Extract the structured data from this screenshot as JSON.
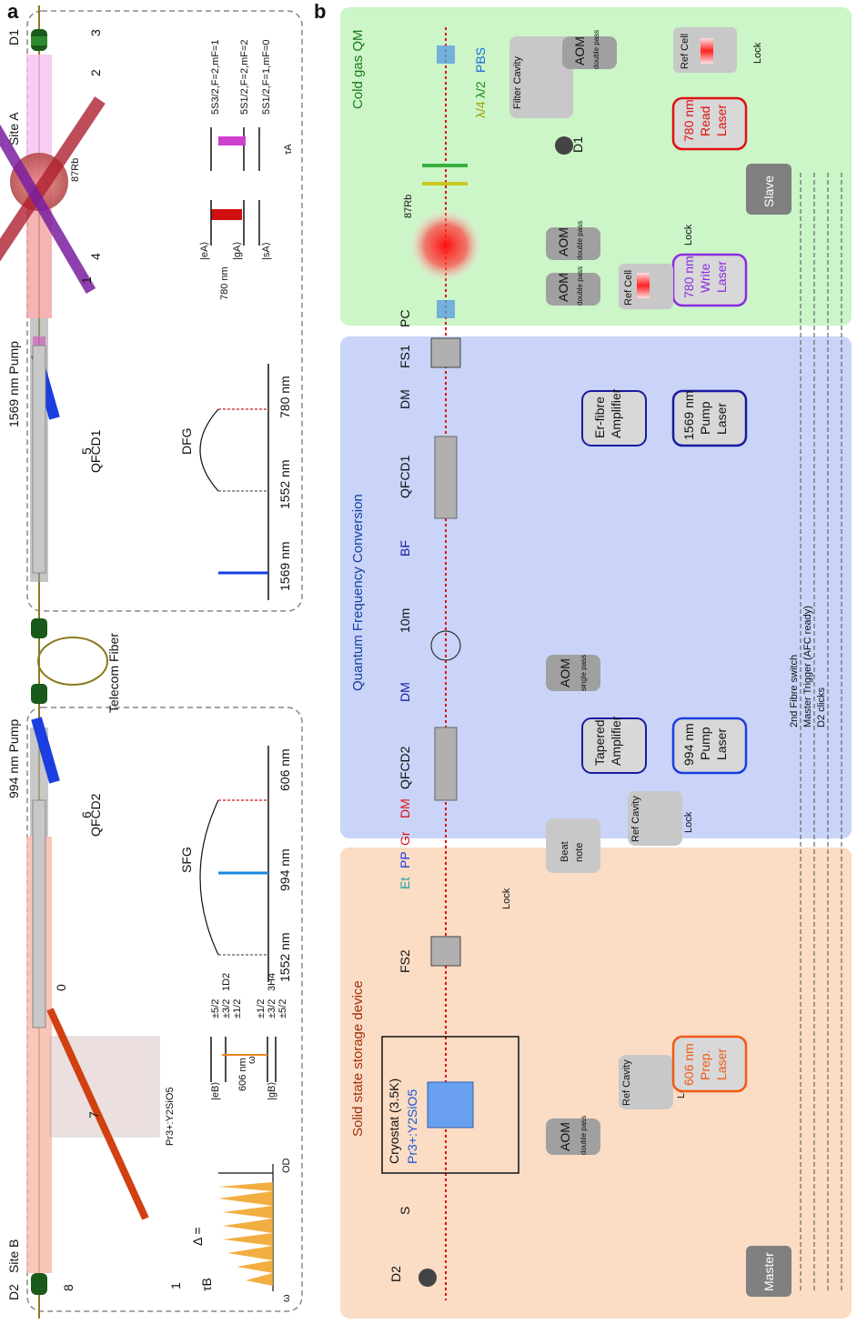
{
  "panel_a": {
    "letter": "a",
    "site_a": "Site A",
    "site_b": "Site B",
    "detector_d1": "D1",
    "detector_d2": "D2",
    "beam_numbers": [
      "1",
      "2",
      "3",
      "4",
      "5",
      "6",
      "7",
      "8",
      "0"
    ],
    "pump1": "1569 nm Pump",
    "pump2": "994 nm Pump",
    "qfcd1": "QFCD1",
    "qfcd2": "QFCD2",
    "telecom_fiber": "Telecom Fiber",
    "rb": "87Rb",
    "pr_crystal": "Pr3+:Y2SiO5",
    "rb_levels": [
      "5S3/2,F=2,mF=1",
      "5S1/2,F=2,mF=2",
      "5S1/2,F=1,mF=0"
    ],
    "rb_state_labels": [
      "|eA⟩",
      "|gA⟩",
      "|sA⟩"
    ],
    "rb_wavelength": "780 nm",
    "tau_a": "τA",
    "dfg": "DFG",
    "dfg_axis": [
      "780 nm",
      "1552 nm",
      "1569 nm"
    ],
    "sfg": "SFG",
    "sfg_axis": [
      "606 nm",
      "994 nm",
      "1552 nm"
    ],
    "pr_levels_upper": [
      "±5/2",
      "±3/2",
      "±1/2"
    ],
    "pr_levels_lower": [
      "±1/2",
      "±3/2",
      "±5/2"
    ],
    "pr_upper_state": "1D2",
    "pr_lower_state": "3H4",
    "pr_state_labels": [
      "|eB⟩",
      "|gB⟩"
    ],
    "pr_wavelength": "606 nm",
    "omega": "ω",
    "od": "OD",
    "delta_eq": "Δ =",
    "delta_num": "1",
    "delta_den": "τB"
  },
  "panel_b": {
    "letter": "b",
    "region_cold": "Cold gas QM",
    "region_qfc": "Quantum Frequency Conversion",
    "region_ssd": "Solid state storage device",
    "lasers": {
      "read": [
        "780 nm",
        "Read",
        "Laser"
      ],
      "write": [
        "780 nm",
        "Write",
        "Laser"
      ],
      "pump1569": [
        "1569 nm",
        "Pump",
        "Laser"
      ],
      "pump994": [
        "994 nm",
        "Pump",
        "Laser"
      ],
      "prep": [
        "606 nm",
        "Prep.",
        "Laser"
      ]
    },
    "amplifiers": {
      "er": [
        "Er-fibre",
        "Amplifier"
      ],
      "tapered": [
        "Tapered",
        "Amplifier"
      ]
    },
    "aom": "AOM",
    "double_pass": "double pass",
    "single_pass": "single pass",
    "ref_cell": "Ref Cell",
    "ref_cavity": "Ref Cavity",
    "filter_cavity": "Filter Cavity",
    "lock": "Lock",
    "beat_note": [
      "Beat",
      "note"
    ],
    "slave": "Slave",
    "master": "Master",
    "cryostat": "Cryostat (3.5K)",
    "crystal": "Pr3+:Y2SiO5",
    "rb": "87Rb",
    "labels": {
      "pc": "PC",
      "fs1": "FS1",
      "fs2": "FS2",
      "dm": "DM",
      "bf": "BF",
      "tenm": "10m",
      "gr": "Gr",
      "pp": "PP",
      "et": "Et",
      "s": "S",
      "d1": "D1",
      "d2": "D2",
      "pbs": "PBS",
      "lambda2": "λ/2",
      "lambda4": "λ/4",
      "qfcd1": "QFCD1",
      "qfcd2": "QFCD2"
    },
    "signals": [
      "2nd Fibre switch",
      "Master Trigger (AFC ready)",
      "D2 clicks"
    ]
  },
  "colors": {
    "green_region": "#ccf5c8",
    "blue_region": "#c9d4f8",
    "orange_region": "#fbdcc4",
    "red_laser": "#e01010",
    "purple_laser": "#8a2be2",
    "orange_laser": "#f05a14",
    "navy_laser": "#1a1aa0",
    "blue_laser": "#1a3ee0"
  }
}
